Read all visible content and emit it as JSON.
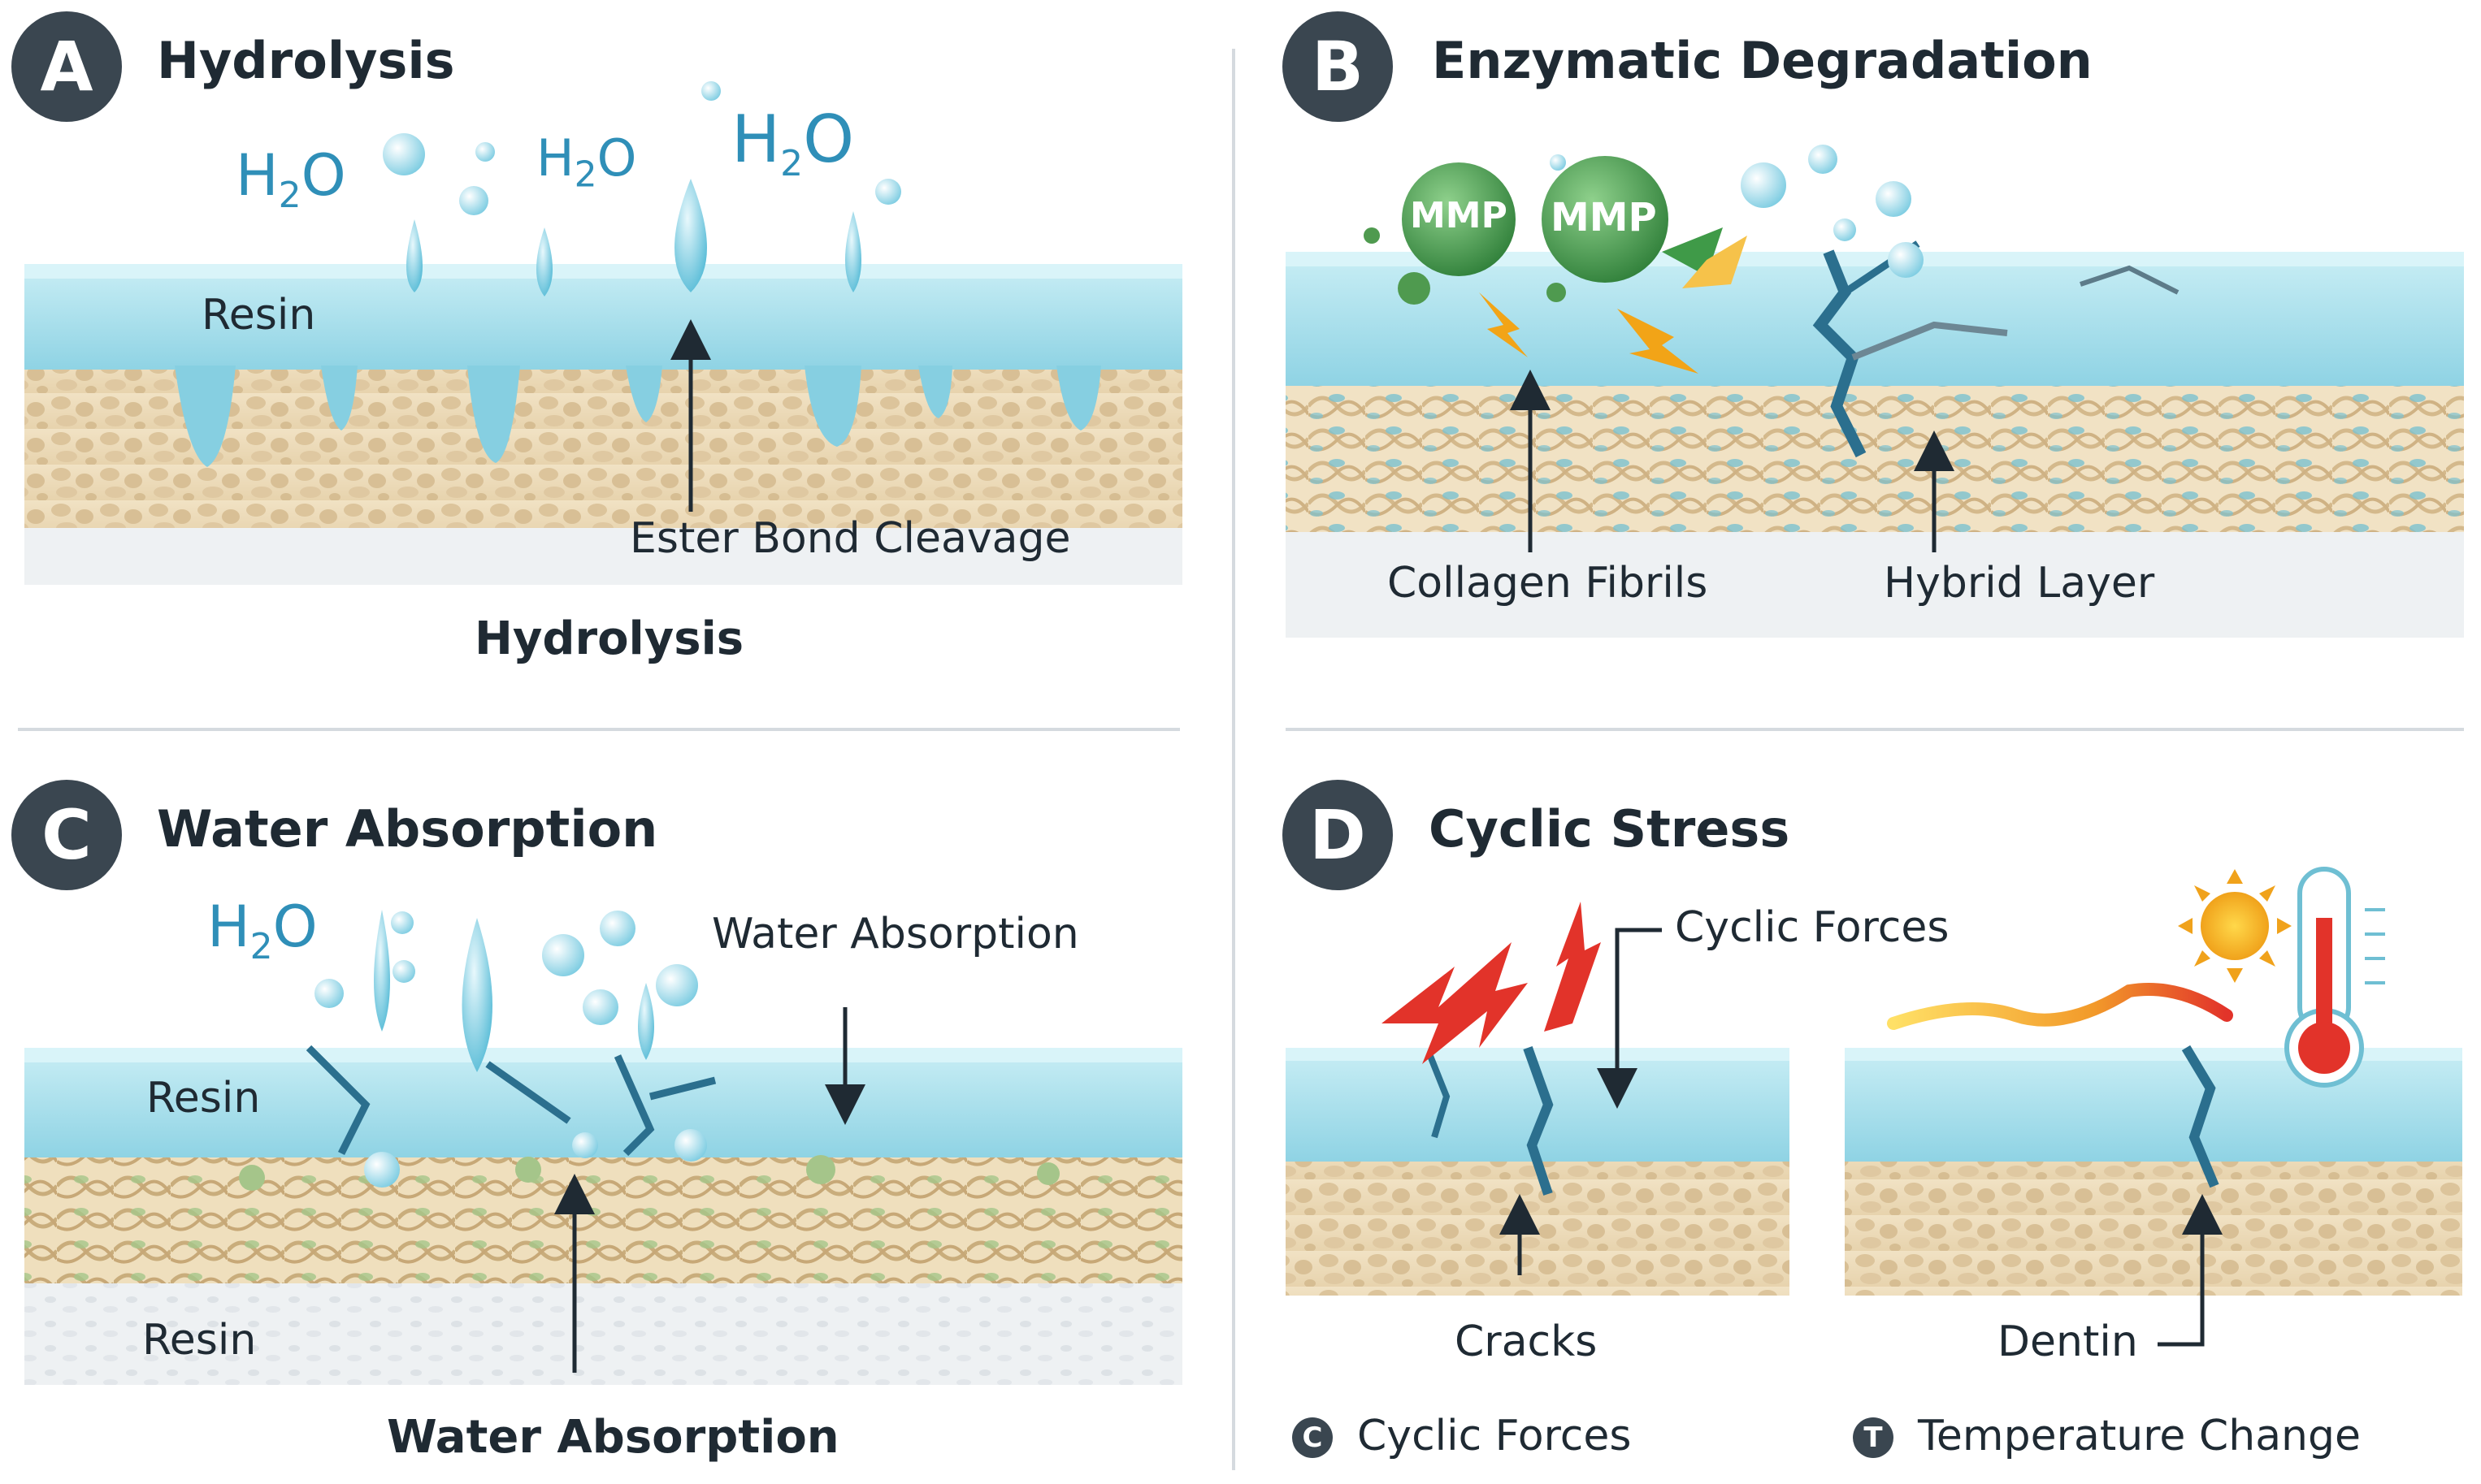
{
  "panels": {
    "a": {
      "badge": "A",
      "title": "Hydrolysis",
      "h2o_1": "H",
      "h2o_2": "H",
      "h2o_3": "H",
      "h2o_sub": "2",
      "h2o_o": "O",
      "resin": "Resin",
      "arrow_label": "Ester Bond Cleavage",
      "caption": "Hydrolysis"
    },
    "b": {
      "badge": "B",
      "title": "Enzymatic Degradation",
      "mmp_1": "MMP",
      "mmp_2": "MMP",
      "collagen": "Collagen Fibrils",
      "hybrid": "Hybrid Layer"
    },
    "c": {
      "badge": "C",
      "title": "Water Absorption",
      "h2o_h": "H",
      "h2o_sub": "2",
      "h2o_o": "O",
      "top_label": "Water Absorption",
      "resin_top": "Resin",
      "resin_bottom": "Resin",
      "caption": "Water Absorption"
    },
    "d": {
      "badge": "D",
      "title": "Cyclic Stress",
      "forces_label": "Cyclic Forces",
      "cracks": "Cracks",
      "dentin": "Dentin",
      "legend": [
        {
          "icon": "C",
          "text": "Cyclic Forces"
        },
        {
          "icon": "T",
          "text": "Temperature Change"
        }
      ]
    }
  },
  "colors": {
    "resin": "#9fdbe8",
    "resin_top": "#c9eef5",
    "dentin": "#eedcb9",
    "dentin_cell": "#d9c29a",
    "water": "#4fb6d3",
    "badge": "#3a4650",
    "crack": "#2b6f8e",
    "mmp": "#3f9a48",
    "lightning": "#f2a417",
    "force": "#e2332a"
  }
}
